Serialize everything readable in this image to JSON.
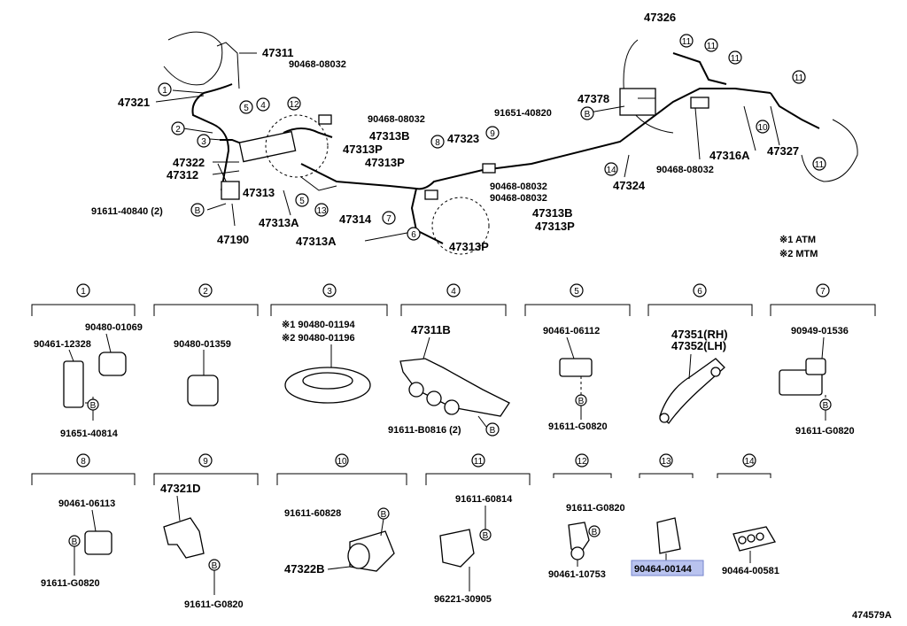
{
  "diagram": {
    "figure_id": "474579A",
    "legend": [
      "※1 ATM",
      "※2 MTM"
    ],
    "top_labels": {
      "47311": "47311",
      "47321": "47321",
      "90468_08032_a": "90468-08032",
      "90468_08032_b": "90468-08032",
      "47313B_a": "47313B",
      "47313P_a": "47313P",
      "47313P_b": "47313P",
      "47322": "47322",
      "47312": "47312",
      "47313": "47313",
      "91611_40840": "91611-40840 (2)",
      "47313A_a": "47313A",
      "47190": "47190",
      "47314": "47314",
      "47313A_b": "47313A",
      "47323": "47323",
      "90468_08032_c": "90468-08032",
      "90468_08032_d": "90468-08032",
      "47313B_b": "47313B",
      "47313P_c": "47313P",
      "47313P_d": "47313P",
      "91651_40820": "91651-40820",
      "47378": "47378",
      "47326": "47326",
      "47316A": "47316A",
      "90468_08032_e": "90468-08032",
      "47324": "47324",
      "47327": "47327"
    },
    "callouts": {
      "c1": "1",
      "c2": "2",
      "c3": "3",
      "c4": "4",
      "c5": "5",
      "c6": "6",
      "c7": "7",
      "c8": "8",
      "c9": "9",
      "c10": "10",
      "c11": "11",
      "c12": "12",
      "c13": "13",
      "c14": "14",
      "B": "B"
    },
    "details": [
      {
        "num": "1",
        "labels": [
          "90480-01069",
          "90461-12328",
          "91651-40814"
        ]
      },
      {
        "num": "2",
        "labels": [
          "90480-01359"
        ]
      },
      {
        "num": "3",
        "labels": [
          "※1 90480-01194",
          "※2 90480-01196"
        ]
      },
      {
        "num": "4",
        "labels": [
          "47311B",
          "91611-B0816 (2)"
        ]
      },
      {
        "num": "5",
        "labels": [
          "90461-06112",
          "91611-G0820"
        ]
      },
      {
        "num": "6",
        "labels": [
          "47351(RH)",
          "47352(LH)"
        ]
      },
      {
        "num": "7",
        "labels": [
          "90949-01536",
          "91611-G0820"
        ]
      },
      {
        "num": "8",
        "labels": [
          "90461-06113",
          "91611-G0820"
        ]
      },
      {
        "num": "9",
        "labels": [
          "47321D",
          "91611-G0820"
        ]
      },
      {
        "num": "10",
        "labels": [
          "91611-60828",
          "47322B"
        ]
      },
      {
        "num": "11",
        "labels": [
          "91611-60814",
          "96221-30905"
        ]
      },
      {
        "num": "12",
        "labels": [
          "91611-G0820",
          "90461-10753"
        ]
      },
      {
        "num": "13",
        "labels": [
          "90464-00144"
        ]
      },
      {
        "num": "14",
        "labels": [
          "90464-00581"
        ]
      }
    ]
  }
}
